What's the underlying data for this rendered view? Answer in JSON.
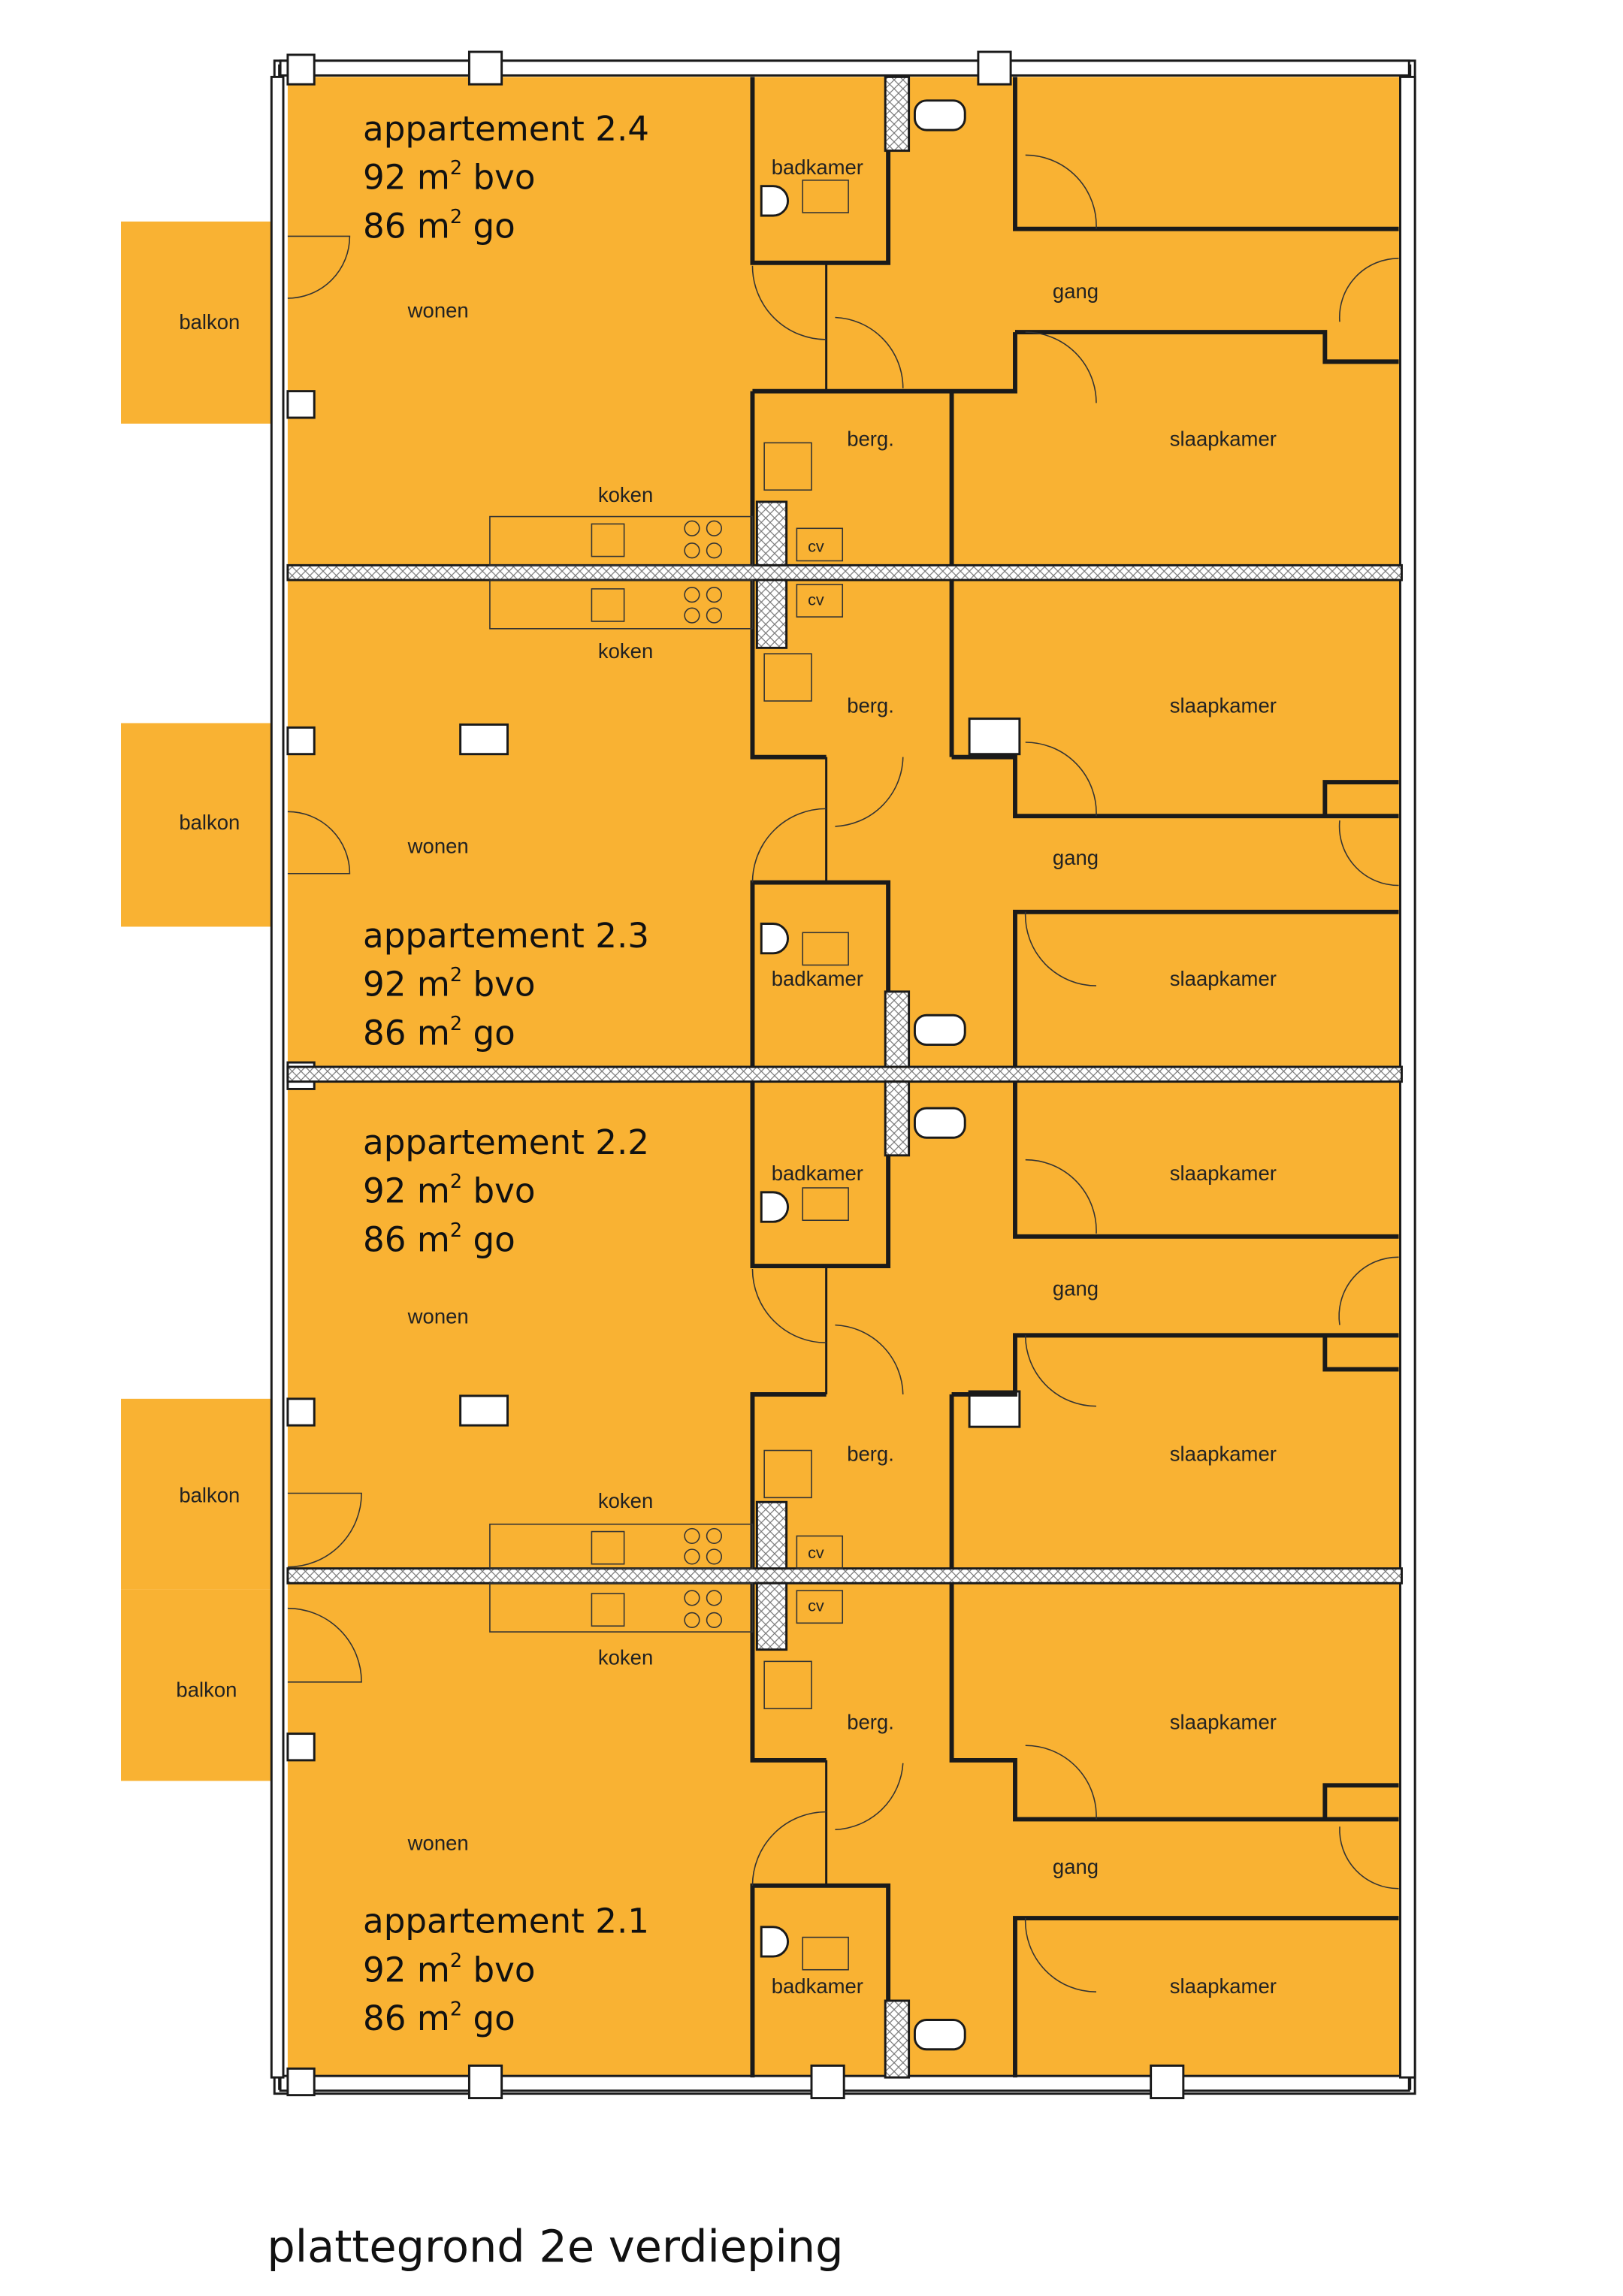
{
  "title": "plattegrond 2e verdieping",
  "colors": {
    "room": "#F9B233",
    "wall": "#1a1a1a"
  },
  "apartments": [
    {
      "name": "appartement 2.4",
      "bvo": "92 m",
      "bvo_unit": "bvo",
      "go": "86 m",
      "go_unit": "go",
      "sup": "2"
    },
    {
      "name": "appartement 2.3",
      "bvo": "92 m",
      "bvo_unit": "bvo",
      "go": "86 m",
      "go_unit": "go",
      "sup": "2"
    },
    {
      "name": "appartement 2.2",
      "bvo": "92 m",
      "bvo_unit": "bvo",
      "go": "86 m",
      "go_unit": "go",
      "sup": "2"
    },
    {
      "name": "appartement 2.1",
      "bvo": "92 m",
      "bvo_unit": "bvo",
      "go": "86 m",
      "go_unit": "go",
      "sup": "2"
    }
  ],
  "rooms": {
    "wonen": "wonen",
    "koken": "koken",
    "badkamer": "badkamer",
    "gang": "gang",
    "berg": "berg.",
    "slaapkamer": "slaapkamer",
    "cv": "cv",
    "balkon": "balkon"
  }
}
